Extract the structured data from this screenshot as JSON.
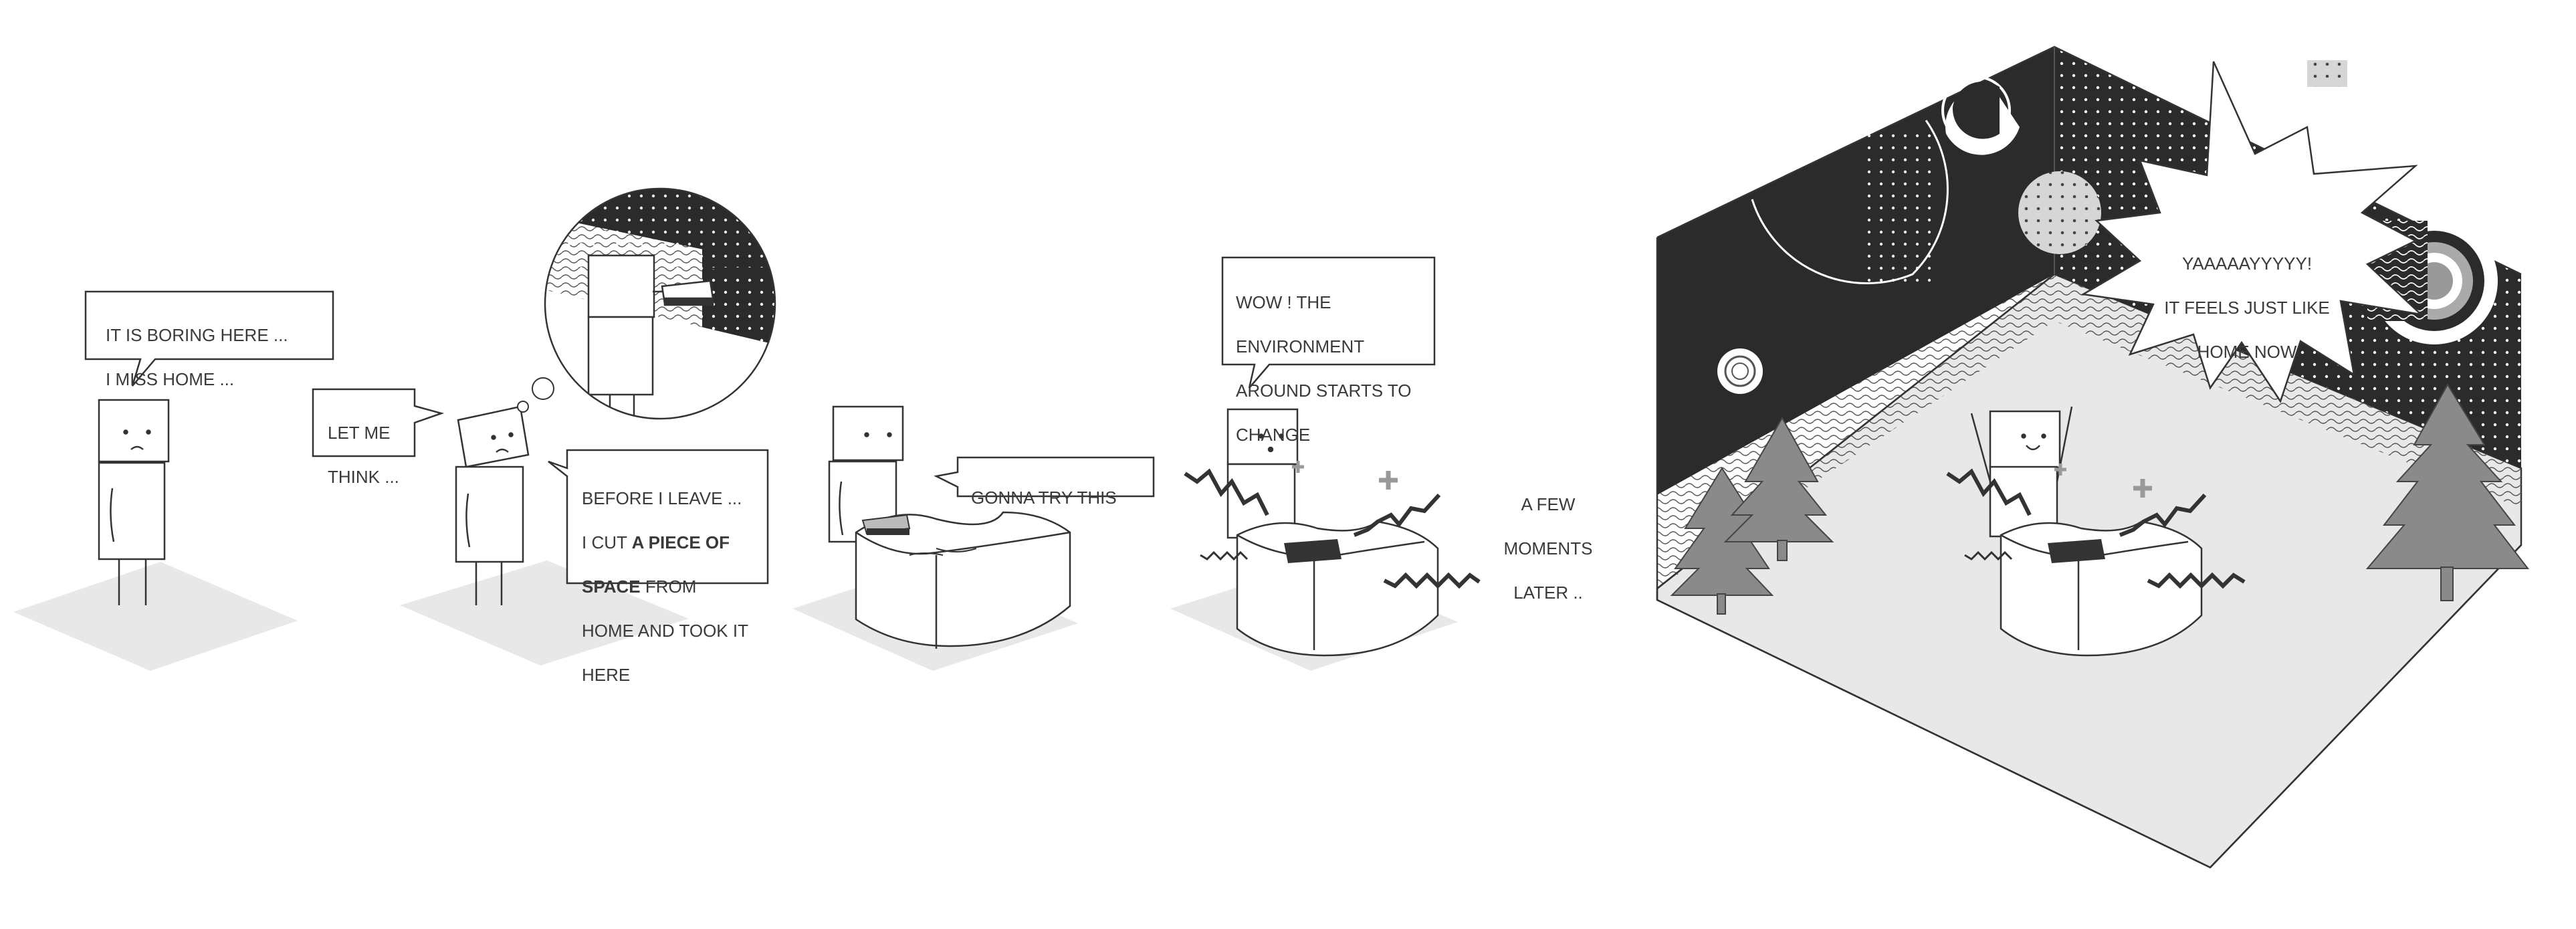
{
  "panels": {
    "p1": {
      "speech": [
        "IT IS BORING HERE ...",
        "I MISS HOME ..."
      ]
    },
    "p2": {
      "think": [
        "LET ME",
        "THINK ..."
      ],
      "speech": {
        "line1": "BEFORE I LEAVE ...",
        "line2_plain": "I CUT ",
        "line2_bold": "A PIECE OF",
        "line3_bold": "SPACE",
        "line3_plain": " FROM",
        "line4": "HOME AND TOOK IT",
        "line5": "HERE"
      }
    },
    "p3": {
      "speech": "GONNA TRY THIS"
    },
    "p4": {
      "speech": [
        "WOW ! THE",
        "ENVIRONMENT",
        "AROUND STARTS TO",
        "CHANGE"
      ]
    },
    "transition": [
      "A FEW",
      "MOMENTS",
      "LATER .."
    ],
    "p5": {
      "speech": [
        "YAAAAAYYYYY!",
        "IT FEELS JUST LIKE",
        "HOME NOW"
      ]
    }
  },
  "colors": {
    "ink": "#333333",
    "floor": "#e6e6e6",
    "dark_wall": "#2b2b2b",
    "tree": "#8a8a8a"
  }
}
